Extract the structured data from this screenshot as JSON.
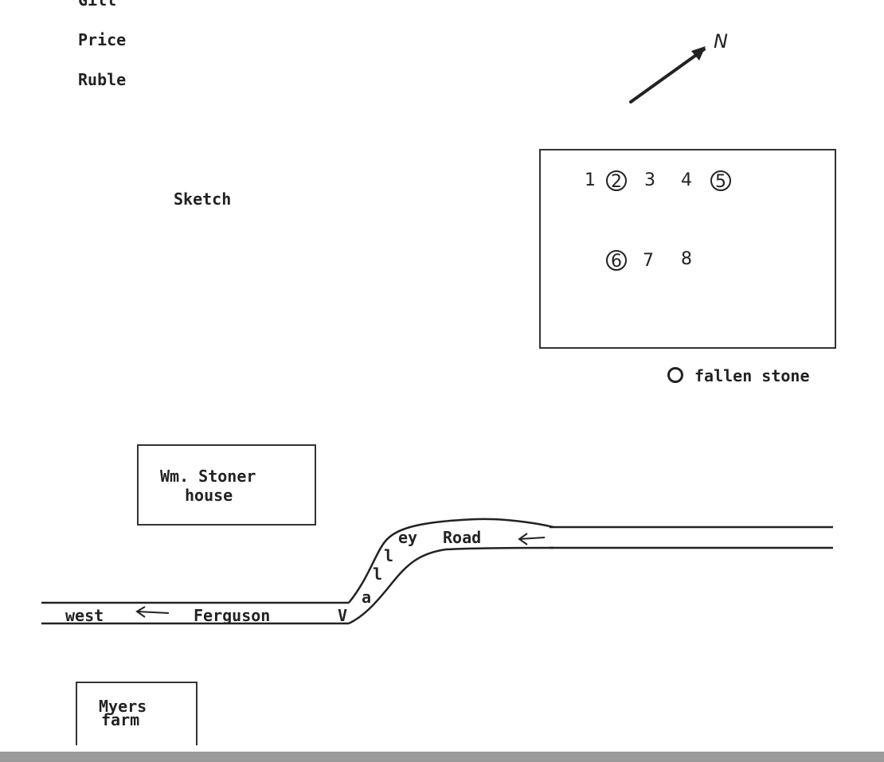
{
  "names": [
    "Gill",
    "Price",
    "Ruble"
  ],
  "north_label": "N",
  "sketch_label": "Sketch",
  "stones": {
    "row1": [
      {
        "num": "1",
        "fallen": false
      },
      {
        "num": "2",
        "fallen": true
      },
      {
        "num": "3",
        "fallen": false
      },
      {
        "num": "4",
        "fallen": false
      },
      {
        "num": "5",
        "fallen": true
      }
    ],
    "row2": [
      {
        "num": "6",
        "fallen": true
      },
      {
        "num": "7",
        "fallen": false
      },
      {
        "num": "8",
        "fallen": false
      }
    ]
  },
  "legend": {
    "symbol": "circle",
    "label": "fallen stone"
  },
  "buildings": {
    "stoner": {
      "line1": "Wm. Stoner",
      "line2": "house"
    },
    "myers": {
      "line1": "Myers",
      "line2": "farm"
    }
  },
  "road": {
    "west": "west",
    "ferguson": "Ferguson",
    "valley_letters": [
      "V",
      "a",
      "l",
      "l",
      "ey"
    ],
    "road": "Road"
  }
}
